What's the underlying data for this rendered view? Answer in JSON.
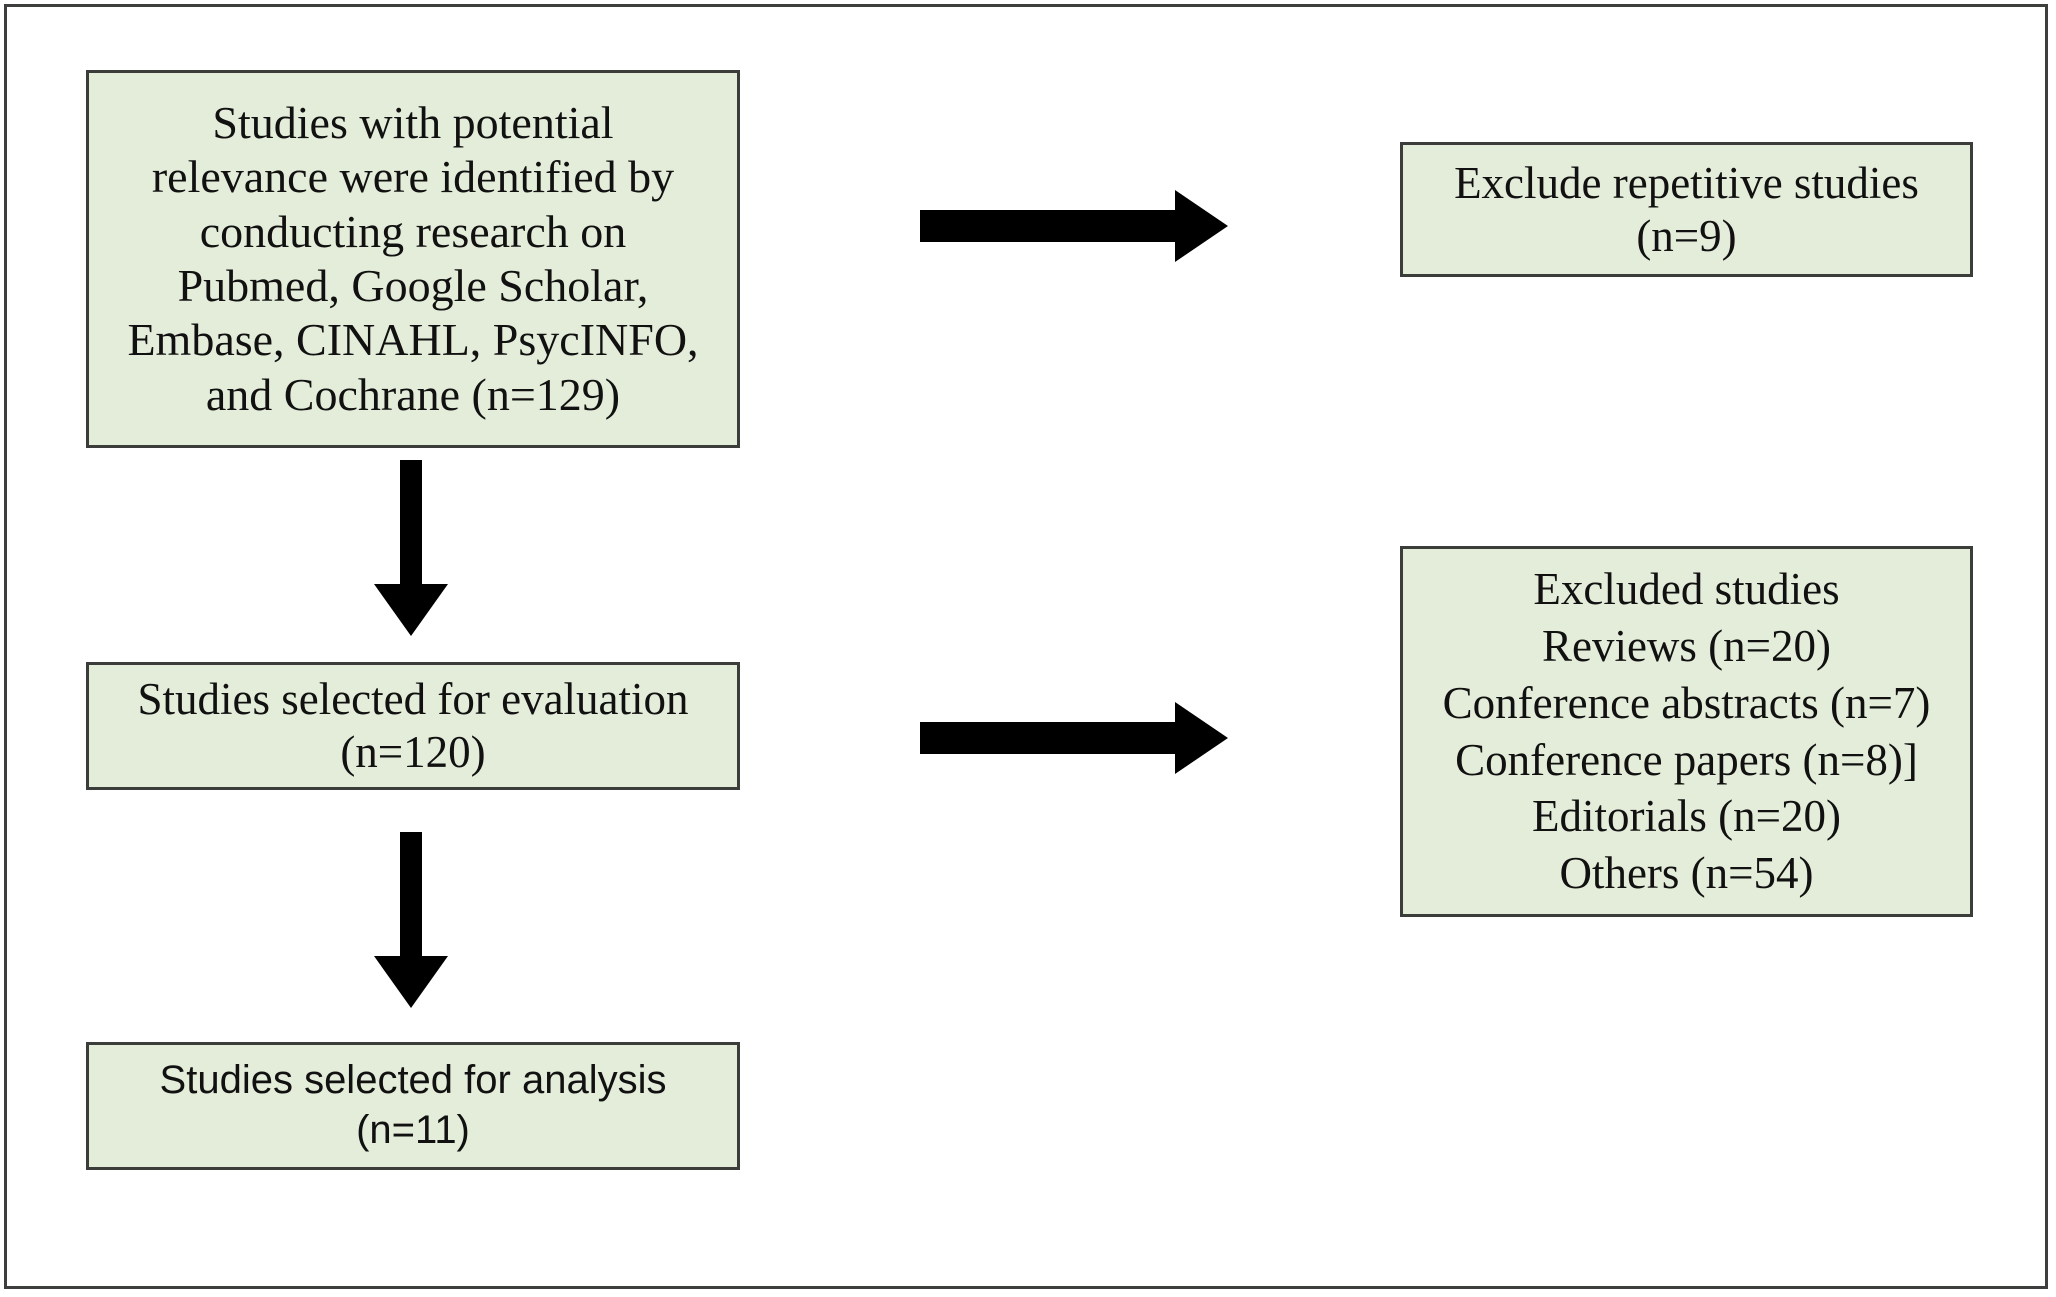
{
  "figure": {
    "type": "prisma-study-selection-flowchart",
    "box_fill_color": "#e4edd9",
    "box_border_color": "#3a3d3a",
    "arrow_color": "#000000",
    "frame_border_color": "#3c3f3c"
  },
  "nodes": {
    "identified": {
      "name": "Studies with potential relevance identified",
      "lines": [
        "Studies with potential",
        "relevance were identified by",
        "conducting research on",
        "Pubmed, Google Scholar,",
        "Embase, CINAHL, PsycINFO,",
        "and Cochrane (n=129)"
      ],
      "count": 129
    },
    "excluded_repetitive": {
      "name": "Exclude repetitive studies",
      "lines": [
        "Exclude repetitive studies",
        "(n=9)"
      ],
      "count": 9
    },
    "evaluation": {
      "name": "Studies selected for evaluation",
      "lines": [
        "Studies selected for evaluation",
        "(n=120)"
      ],
      "count": 120
    },
    "excluded_studies": {
      "name": "Excluded studies breakdown",
      "lines": [
        "Excluded studies",
        "Reviews (n=20)",
        "Conference abstracts (n=7)",
        "Conference papers (n=8)]",
        "Editorials (n=20)",
        "Others (n=54)"
      ],
      "breakdown": [
        {
          "label": "Reviews",
          "count": 20
        },
        {
          "label": "Conference abstracts",
          "count": 7
        },
        {
          "label": "Conference papers",
          "count": 8
        },
        {
          "label": "Editorials",
          "count": 20
        },
        {
          "label": "Others",
          "count": 54
        }
      ]
    },
    "analysis": {
      "name": "Studies selected for analysis",
      "lines": [
        "Studies selected for analysis",
        "(n=11)"
      ],
      "count": 11
    }
  },
  "arrows": [
    {
      "id": "arrow-h-top",
      "direction": "right",
      "from": "identified",
      "to": "excluded_repetitive"
    },
    {
      "id": "arrow-v-top",
      "direction": "down",
      "from": "identified",
      "to": "evaluation"
    },
    {
      "id": "arrow-h-mid",
      "direction": "right",
      "from": "evaluation",
      "to": "excluded_studies"
    },
    {
      "id": "arrow-v-bot",
      "direction": "down",
      "from": "evaluation",
      "to": "analysis"
    }
  ]
}
